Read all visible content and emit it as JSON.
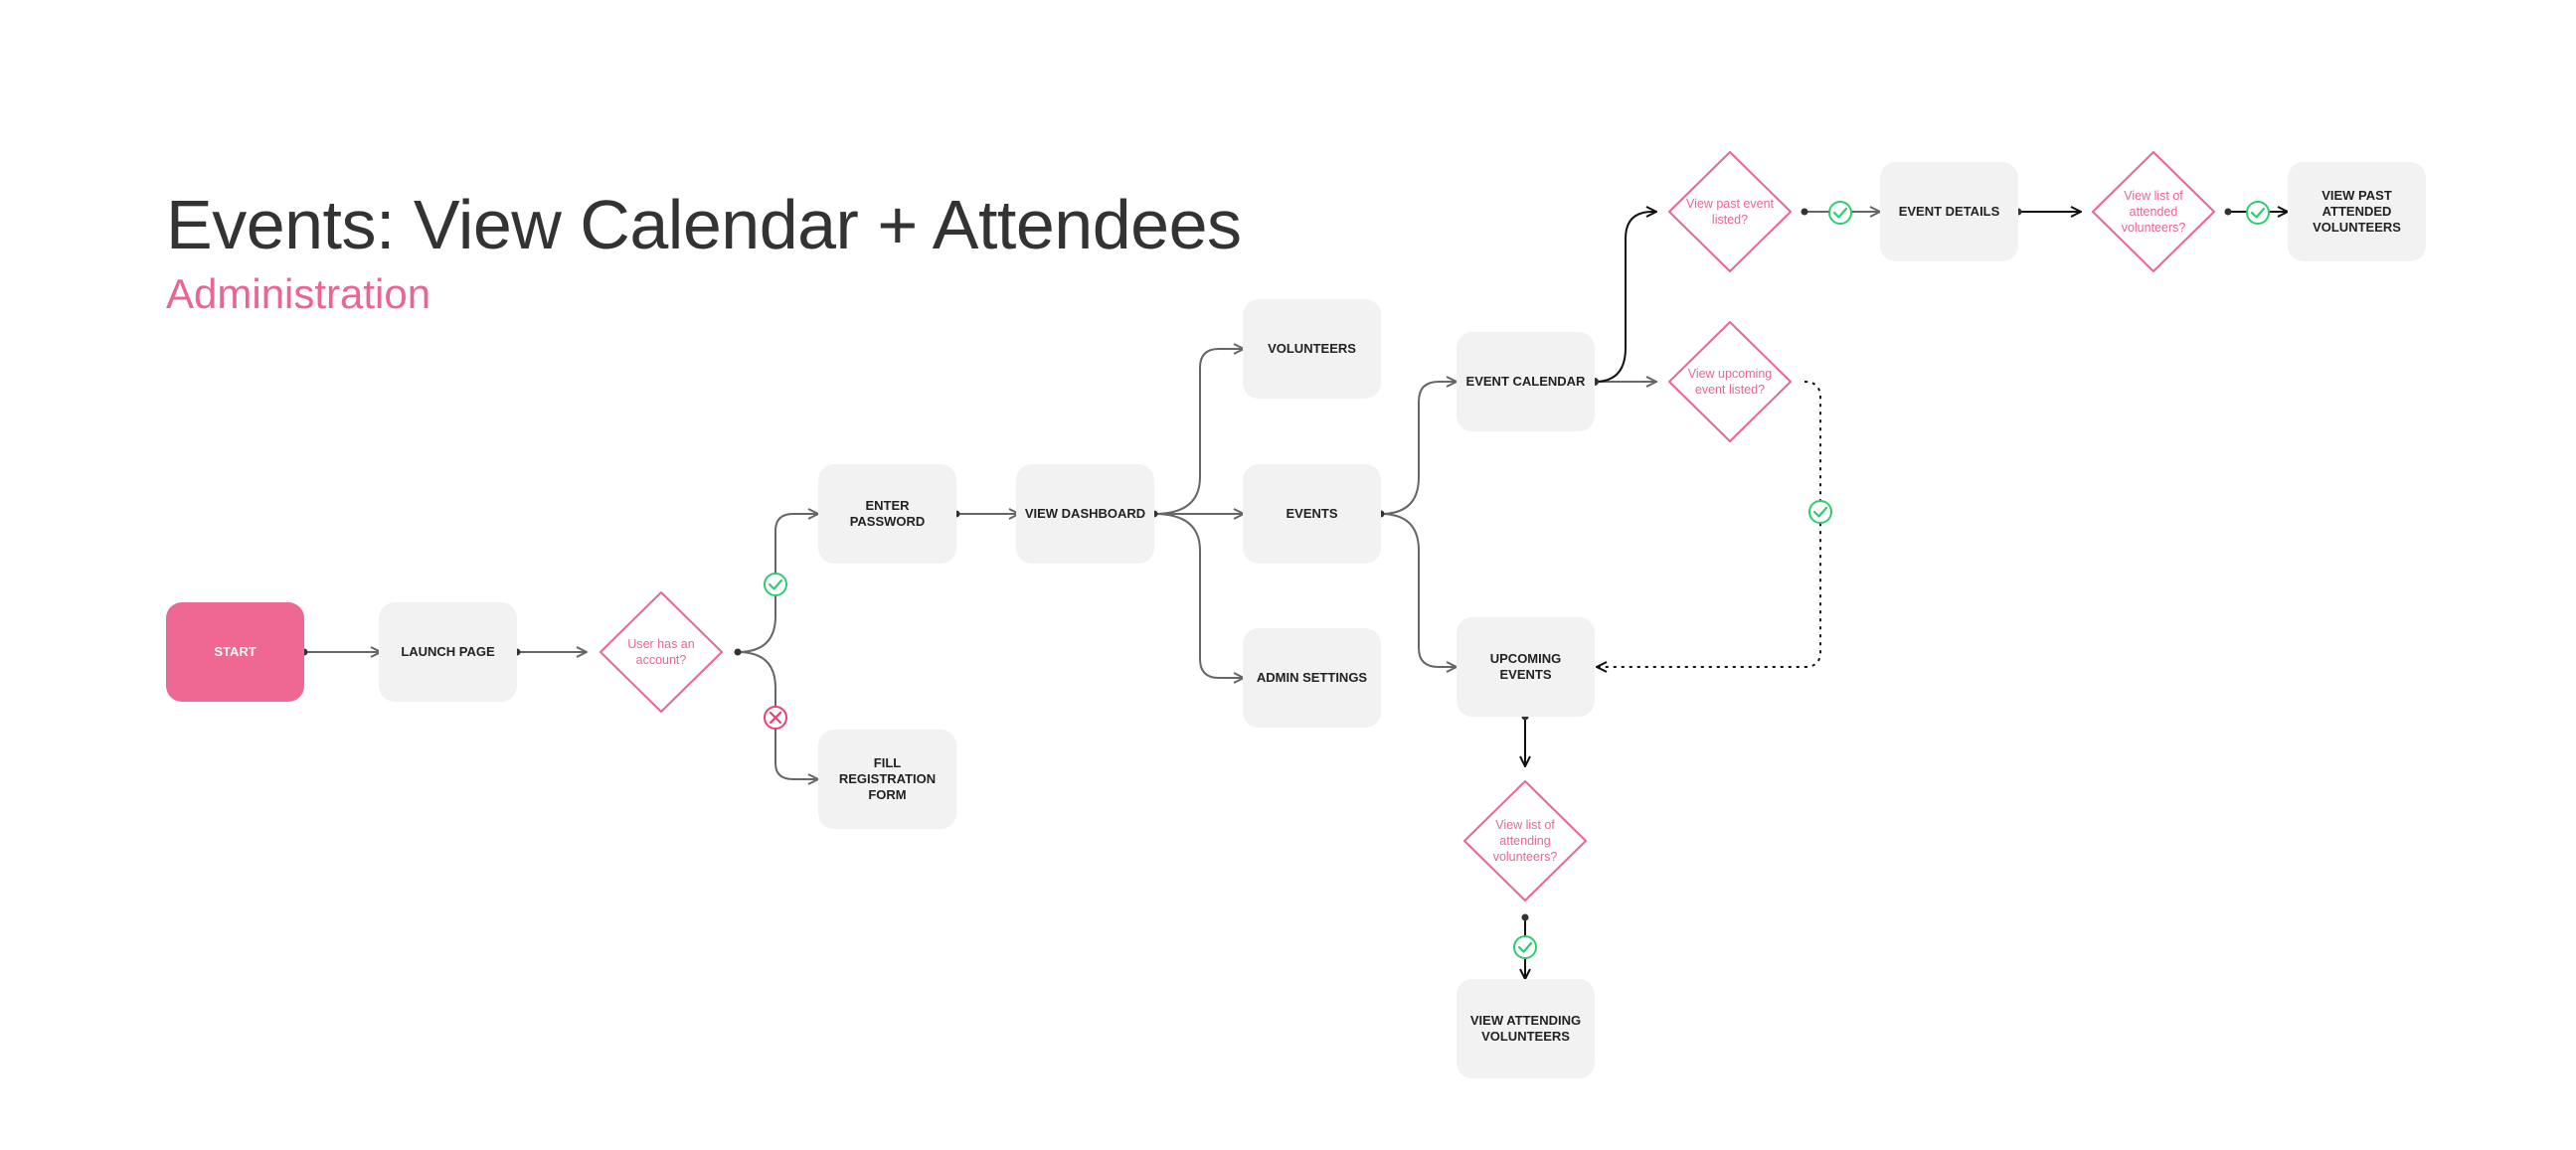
{
  "header": {
    "title": "Events: View Calendar + Attendees",
    "subtitle": "Administration"
  },
  "nodes": {
    "start": "START",
    "launch_page": "LAUNCH PAGE",
    "enter_password": "ENTER PASSWORD",
    "fill_registration_form": "FILL REGISTRATION FORM",
    "view_dashboard": "VIEW DASHBOARD",
    "volunteers": "VOLUNTEERS",
    "events": "EVENTS",
    "admin_settings": "ADMIN SETTINGS",
    "event_calendar": "EVENT CALENDAR",
    "upcoming_events": "UPCOMING EVENTS",
    "view_attending_volunteers": "VIEW ATTENDING VOLUNTEERS",
    "event_details": "EVENT DETAILS",
    "view_past_attended_volunteers": "VIEW PAST ATTENDED VOLUNTEERS"
  },
  "decisions": {
    "user_has_account": "User has an account?",
    "view_past_event": "View past event listed?",
    "view_upcoming_event": "View upcoming event listed?",
    "view_attended_list": "View list of attended volunteers?",
    "view_attending_list": "View list of attending volunteers?"
  },
  "colors": {
    "accent": "#ee6893",
    "decision_stroke": "#ea6592",
    "success": "#2ecc71",
    "failure": "#e8426f",
    "node_fill": "#f2f2f2",
    "title": "#333333"
  }
}
